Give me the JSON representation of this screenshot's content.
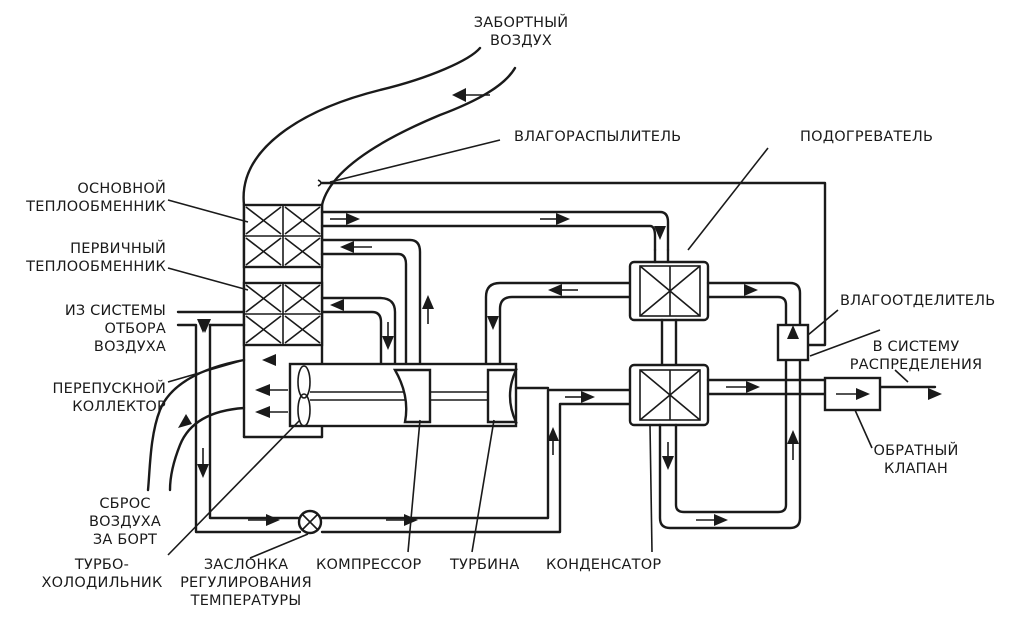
{
  "labels": {
    "intake_air": [
      "ЗАБОРТНЫЙ",
      "ВОЗДУХ"
    ],
    "water_sprayer": [
      "ВЛАГОРАСПЫЛИТЕЛЬ"
    ],
    "reheater": [
      "ПОДОГРЕВАТЕЛЬ"
    ],
    "main_hx": [
      "ОСНОВНОЙ",
      "ТЕПЛООБМЕННИК"
    ],
    "primary_hx": [
      "ПЕРВИЧНЫЙ",
      "ТЕПЛООБМЕННИК"
    ],
    "bleed_air": [
      "ИЗ СИСТЕМЫ",
      "ОТБОРА",
      "ВОЗДУХА"
    ],
    "bypass_manifold": [
      "ПЕРЕПУСКНОЙ",
      "КОЛЛЕКТОР"
    ],
    "overboard_dump": [
      "СБРОС",
      "ВОЗДУХА",
      "ЗА БОРТ"
    ],
    "turbo_cooler": [
      "ТУРБО-",
      "ХОЛОДИЛЬНИК"
    ],
    "temp_valve": [
      "ЗАСЛОНКА",
      "РЕГУЛИРОВАНИЯ",
      "ТЕМПЕРАТУРЫ"
    ],
    "compressor": [
      "КОМПРЕССОР"
    ],
    "turbine": [
      "ТУРБИНА"
    ],
    "condenser": [
      "КОНДЕНСАТОР"
    ],
    "water_separator": [
      "ВЛАГООТДЕЛИТЕЛЬ"
    ],
    "to_distribution": [
      "В СИСТЕМУ",
      "РАСПРЕДЕЛЕНИЯ"
    ],
    "check_valve": [
      "ОБРАТНЫЙ",
      "КЛАПАН"
    ]
  }
}
